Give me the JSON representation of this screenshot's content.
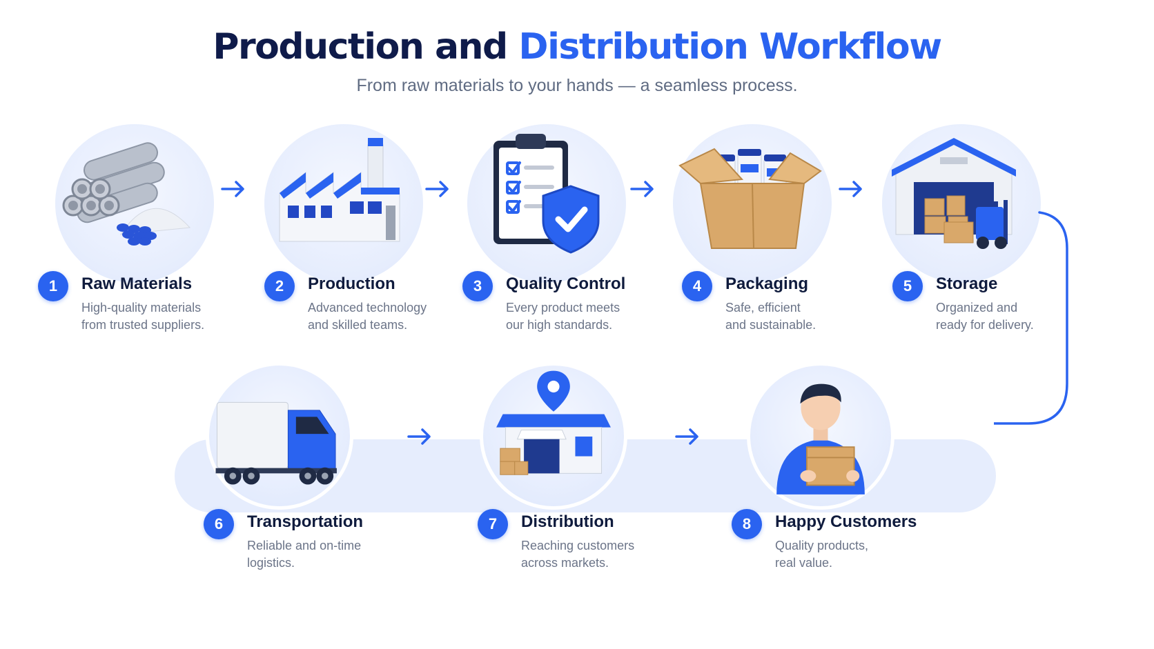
{
  "header": {
    "title_main": "Production and",
    "title_accent": "Distribution Workflow",
    "subtitle": "From raw materials to your hands — a seamless process."
  },
  "colors": {
    "accent": "#2a63f0",
    "dark_text": "#0f1b3d",
    "muted_text": "#6b7488",
    "circle_bg": "#e6edfd",
    "box": "#d9a86a"
  },
  "steps": [
    {
      "number": "1",
      "title": "Raw Materials",
      "description": "High-quality materials\nfrom trusted suppliers.",
      "icon": "pipes-and-pellets-icon"
    },
    {
      "number": "2",
      "title": "Production",
      "description": "Advanced technology\nand skilled teams.",
      "icon": "factory-icon"
    },
    {
      "number": "3",
      "title": "Quality Control",
      "description": "Every product meets\nour high standards.",
      "icon": "checklist-shield-icon"
    },
    {
      "number": "4",
      "title": "Packaging",
      "description": "Safe, efficient\nand sustainable.",
      "icon": "open-box-icon"
    },
    {
      "number": "5",
      "title": "Storage",
      "description": "Organized and\nready for delivery.",
      "icon": "warehouse-forklift-icon"
    },
    {
      "number": "6",
      "title": "Transportation",
      "description": "Reliable and on-time\nlogistics.",
      "icon": "truck-icon"
    },
    {
      "number": "7",
      "title": "Distribution",
      "description": "Reaching customers\nacross markets.",
      "icon": "store-pin-icon"
    },
    {
      "number": "8",
      "title": "Happy Customers",
      "description": "Quality products,\nreal value.",
      "icon": "customer-with-box-icon"
    }
  ]
}
